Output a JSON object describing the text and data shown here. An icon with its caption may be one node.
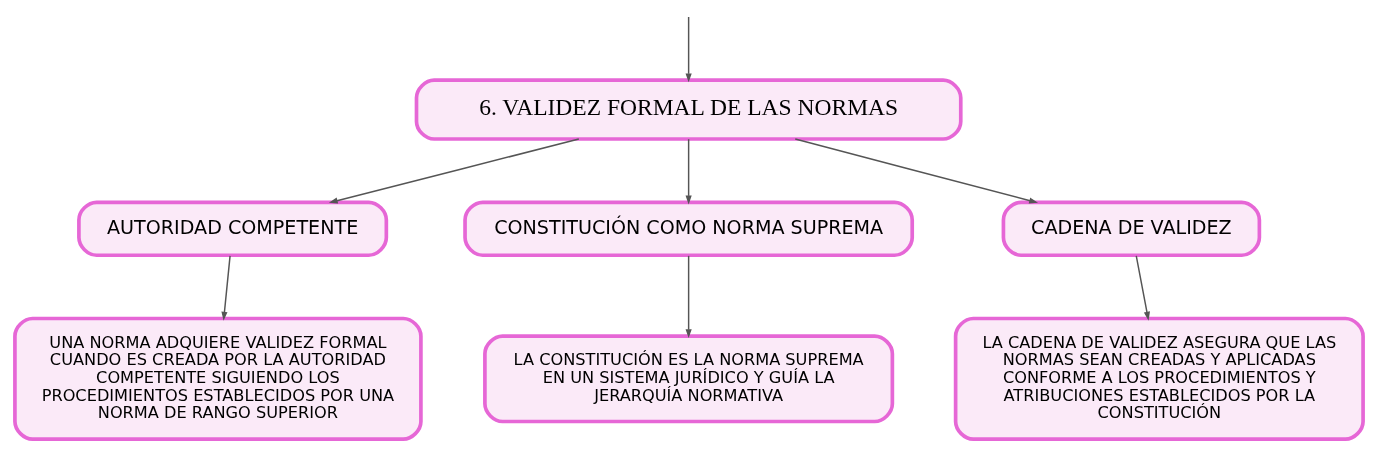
{
  "diagram": {
    "nodes": [
      {
        "text": [
          "6. VALIDEZ FORMAL DE LAS NORMAS"
        ]
      },
      {
        "text": [
          "AUTORIDAD COMPETENTE"
        ]
      },
      {
        "text": [
          "CONSTITUCIÓN COMO NORMA SUPREMA"
        ]
      },
      {
        "text": [
          "CADENA DE VALIDEZ"
        ]
      },
      {
        "text": [
          "UNA NORMA ADQUIERE VALIDEZ FORMAL CUANDO ES CREADA POR LA AUTORIDAD COMPETENTE SIGUIENDO LOS PROCEDIMIENTOS ESTABLECIDOS POR UNA NORMA DE RANGO SUPERIOR"
        ]
      },
      {
        "text": [
          "LA CONSTITUCIÓN ES LA NORMA SUPREMA EN UN SISTEMA JURÍDICO Y GUÍA LA JERARQUÍA NORMATIVA"
        ]
      },
      {
        "text": [
          "LA CADENA DE VALIDEZ ASEGURA QUE LAS NORMAS SEAN CREADAS Y APLICADAS CONFORME A LOS PROCEDIMIENTOS Y ATRIBUCIONES ESTABLECIDOS POR LA CONSTITUCIÓN"
        ]
      }
    ],
    "edges": [
      {
        "from": null,
        "to": 0,
        "arrow": "to"
      },
      {
        "from": 0,
        "to": 1,
        "arrow": "to"
      },
      {
        "from": 0,
        "to": 2,
        "arrow": "to"
      },
      {
        "from": 0,
        "to": 3,
        "arrow": "to"
      },
      {
        "from": 1,
        "to": 4,
        "arrow": "to"
      },
      {
        "from": 2,
        "to": 5,
        "arrow": "to"
      },
      {
        "from": 3,
        "to": 6,
        "arrow": "to"
      }
    ]
  }
}
